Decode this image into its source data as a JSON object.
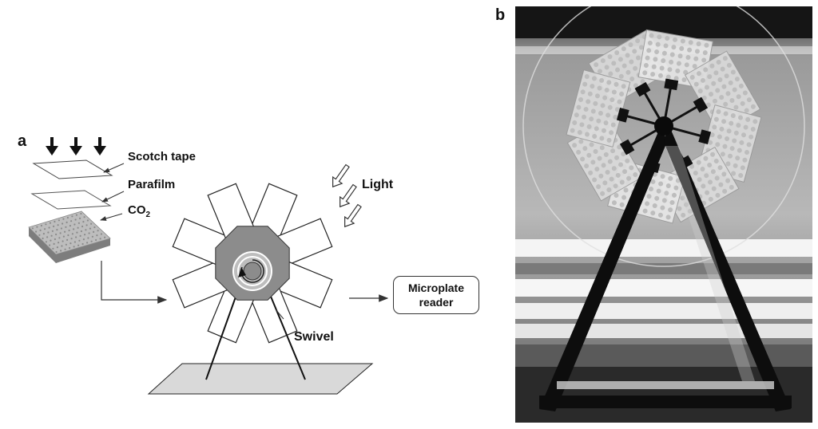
{
  "panel_a": {
    "letter": "a",
    "labels": {
      "scotch_tape": "Scotch tape",
      "parafilm": "Parafilm",
      "co2_main": "CO",
      "co2_sub": "2",
      "light": "Light",
      "swivel": "Swivel"
    },
    "microplate_reader": {
      "line1": "Microplate",
      "line2": "reader"
    }
  },
  "panel_b": {
    "letter": "b"
  },
  "colors": {
    "hub_fill": "#8c8c8c",
    "base_fill": "#d9d9d9",
    "photo_background": "#1c1c1c",
    "light_tube": "#f4f4f4",
    "frame": "#0d0d0d"
  }
}
